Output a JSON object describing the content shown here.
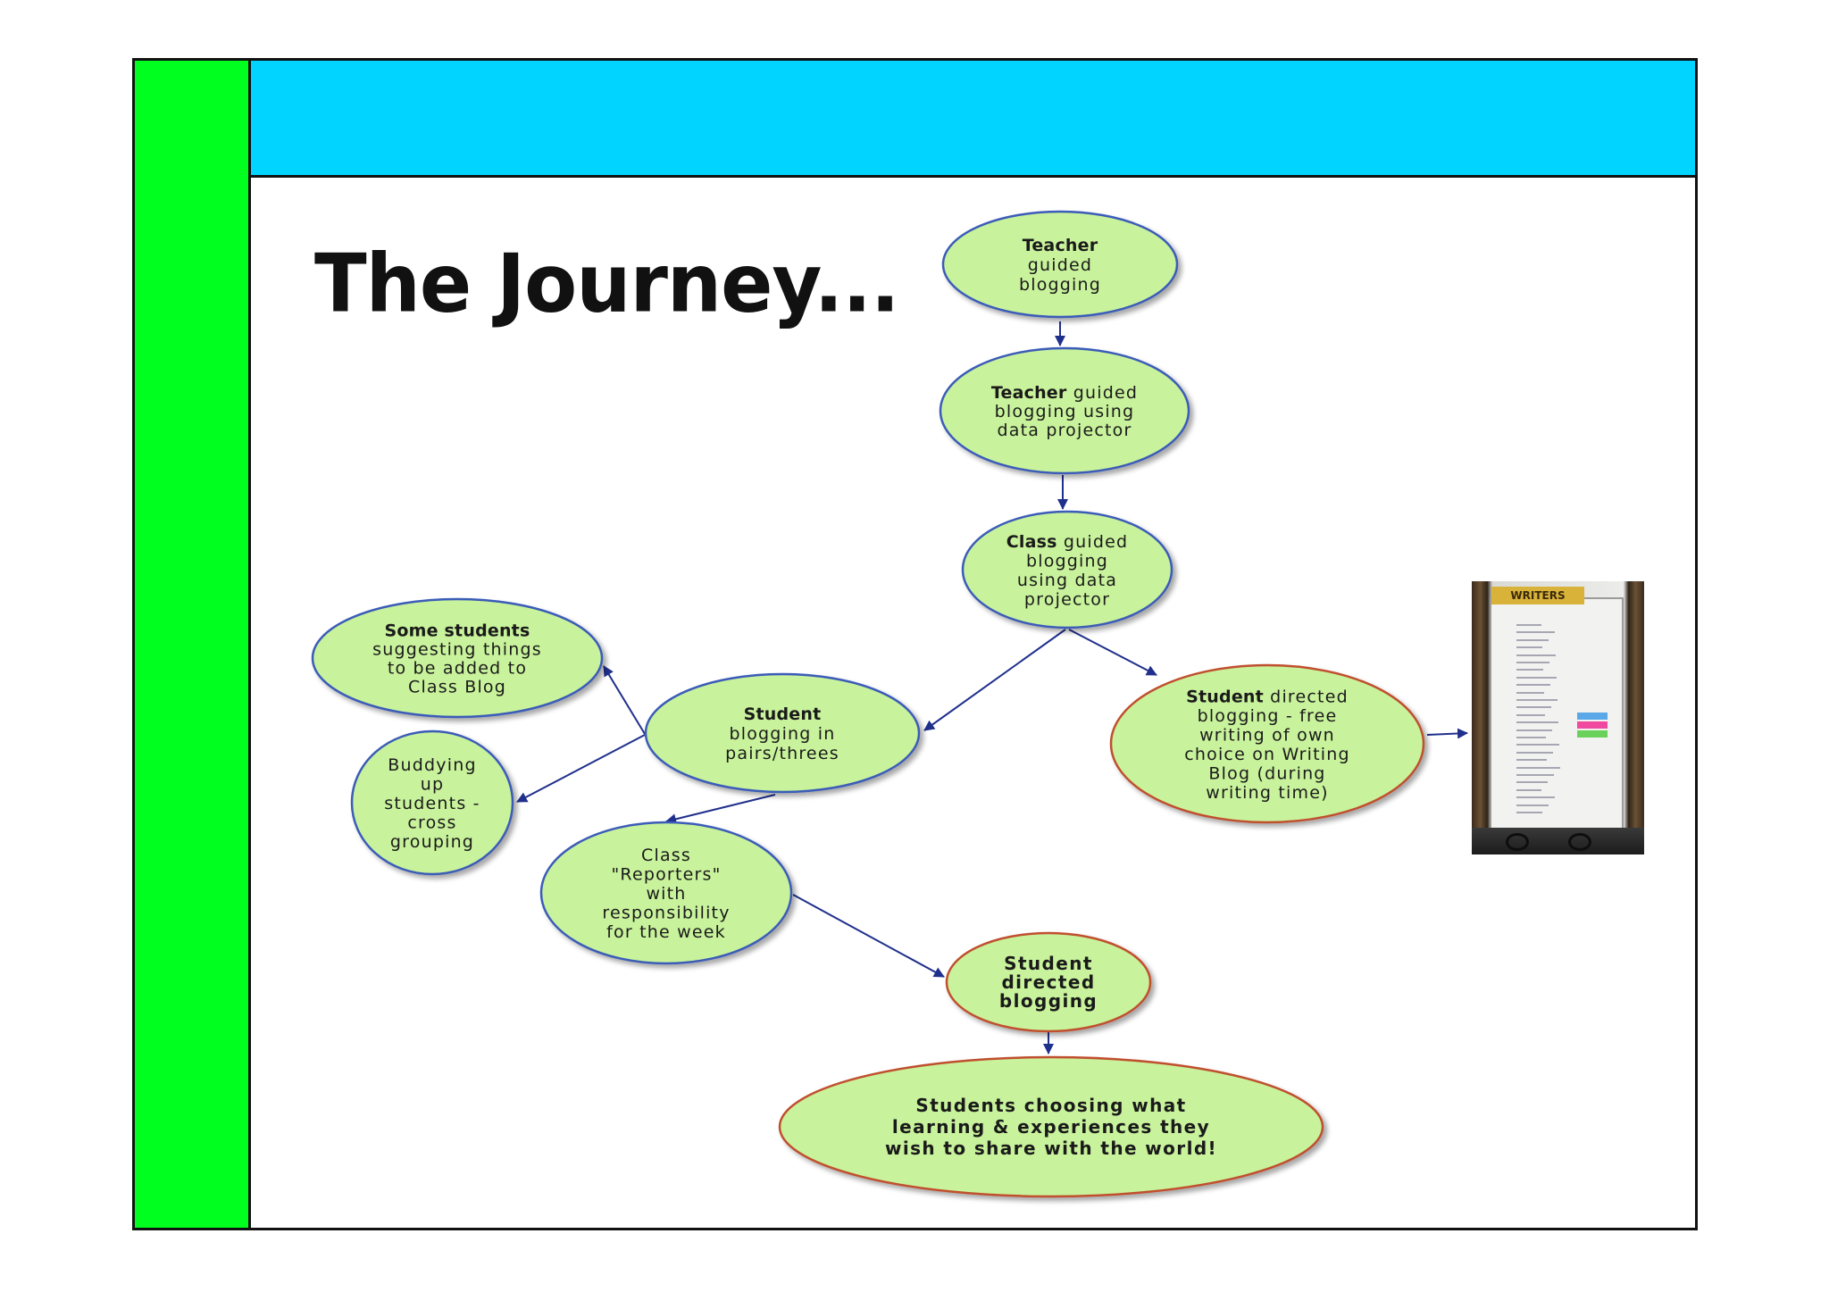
{
  "slide": {
    "title": "The Journey...",
    "colors": {
      "side_bar": "#00ff1e",
      "header_bar": "#00d4ff",
      "node_fill": "#c8f29b",
      "node_blue_border": "#3b5bb8",
      "node_red_border": "#c0502e",
      "arrow": "#1f2f8c"
    }
  },
  "diagram": {
    "nodes": [
      {
        "id": "teacher-guided",
        "bold": "Teacher",
        "lines": [
          "guided",
          "blogging"
        ],
        "bold_on_own_line": true
      },
      {
        "id": "teacher-guided-projector",
        "bold": "Teacher",
        "lines": [
          "guided",
          "blogging using",
          "data projector"
        ],
        "bold_on_own_line": false
      },
      {
        "id": "class-guided",
        "bold": "Class",
        "lines": [
          "guided",
          "blogging",
          "using data",
          "projector"
        ],
        "bold_on_own_line": false
      },
      {
        "id": "some-students",
        "bold": "Some students",
        "lines": [
          "suggesting things",
          "to be added to",
          "Class Blog"
        ],
        "bold_on_own_line": true
      },
      {
        "id": "student-pairs",
        "bold": "Student",
        "lines": [
          "blogging in",
          "pairs/threes"
        ],
        "bold_on_own_line": true
      },
      {
        "id": "buddying",
        "bold": "",
        "lines": [
          "Buddying",
          "up",
          "students -",
          "cross",
          "grouping"
        ],
        "bold_on_own_line": true
      },
      {
        "id": "student-directed-free",
        "bold": "Student",
        "lines": [
          "directed",
          "blogging - free",
          "writing of own",
          "choice on Writing",
          "Blog (during",
          "writing time)"
        ],
        "bold_on_own_line": false
      },
      {
        "id": "class-reporters",
        "bold": "",
        "lines": [
          "Class",
          "\"Reporters\"",
          "with",
          "responsibility",
          "for the week"
        ],
        "bold_on_own_line": true
      },
      {
        "id": "student-directed",
        "bold": "",
        "lines": [
          "Student",
          "directed",
          "blogging"
        ],
        "bold_on_own_line": true,
        "all_bold": true
      },
      {
        "id": "students-choosing",
        "bold": "",
        "lines": [
          "Students choosing what",
          "learning & experiences they",
          "wish to share with the world!"
        ],
        "bold_on_own_line": true,
        "all_bold": true
      }
    ],
    "edges": [
      [
        "teacher-guided",
        "teacher-guided-projector"
      ],
      [
        "teacher-guided-projector",
        "class-guided"
      ],
      [
        "class-guided",
        "student-pairs"
      ],
      [
        "class-guided",
        "student-directed-free"
      ],
      [
        "student-pairs",
        "some-students"
      ],
      [
        "student-pairs",
        "buddying"
      ],
      [
        "student-pairs",
        "class-reporters"
      ],
      [
        "class-reporters",
        "student-directed"
      ],
      [
        "student-directed",
        "students-choosing"
      ],
      [
        "student-directed-free",
        "photo"
      ]
    ]
  },
  "photo": {
    "banner": "WRITERS",
    "description": "photo of classroom writing chart"
  }
}
